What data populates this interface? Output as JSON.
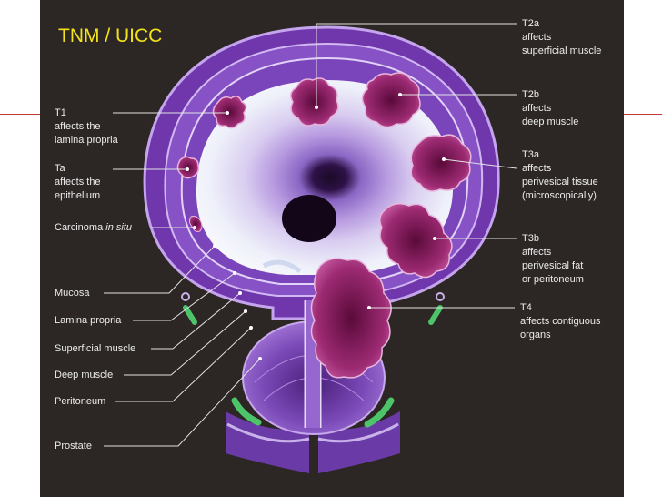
{
  "title": "TNM / UICC",
  "colors": {
    "panel": "#2c2724",
    "title": "#f2e21a",
    "label": "#ececec",
    "accent_rule": "#c63a3a",
    "wall": "#7a3fb4",
    "lumen": "#eef0fa",
    "tumour": "#8a1a5c",
    "gland_accent": "#4ec46a"
  },
  "labels_left": {
    "t1": [
      "T1",
      "affects the",
      "lamina propria"
    ],
    "ta": [
      "Ta",
      "affects the",
      "epithelium"
    ],
    "cis_main": "Carcinoma ",
    "cis_italic": "in situ",
    "mucosa": "Mucosa",
    "lamina_propria": "Lamina propria",
    "superficial_muscle": "Superficial muscle",
    "deep_muscle": "Deep muscle",
    "peritoneum": "Peritoneum",
    "prostate": "Prostate"
  },
  "labels_right": {
    "t2a": [
      "T2a",
      "affects",
      "superficial muscle"
    ],
    "t2b": [
      "T2b",
      "affects",
      "deep muscle"
    ],
    "t3a": [
      "T3a",
      "affects",
      "perivesical tissue",
      "(microscopically)"
    ],
    "t3b": [
      "T3b",
      "affects",
      "perivesical fat",
      "or peritoneum"
    ],
    "t4": [
      "T4",
      "affects contiguous",
      "organs"
    ]
  }
}
